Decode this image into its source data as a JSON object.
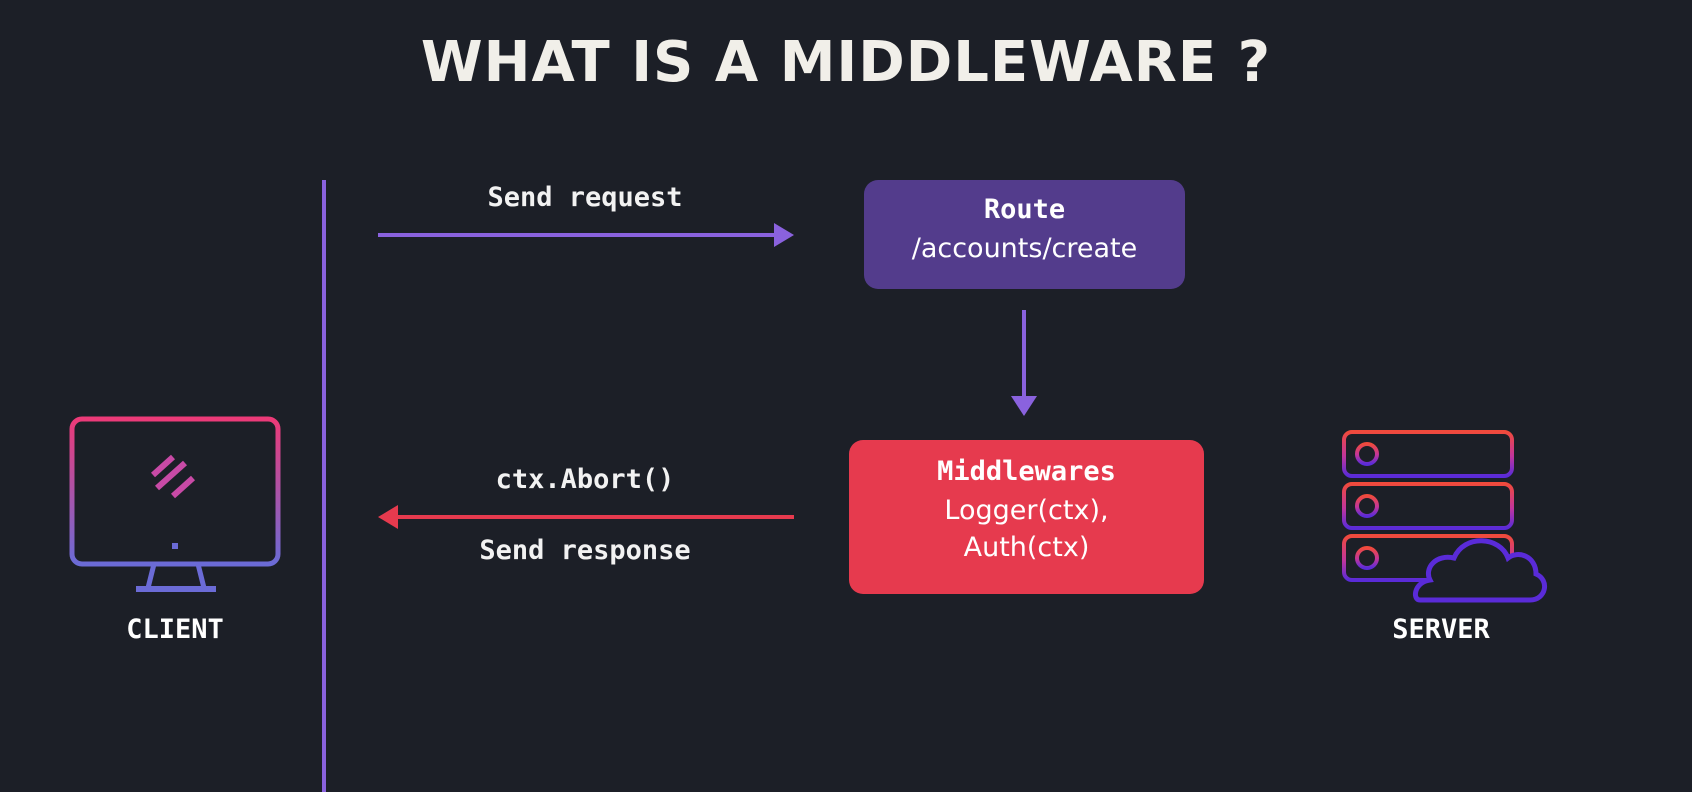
{
  "title": "WHAT IS A MIDDLEWARE ?",
  "arrows": {
    "send_request": "Send request",
    "abort": "ctx.Abort()",
    "send_response": "Send response"
  },
  "route_box": {
    "heading": "Route",
    "path": "/accounts/create"
  },
  "middleware_box": {
    "heading": "Middlewares",
    "line1": "Logger(ctx),",
    "line2": "Auth(ctx)"
  },
  "client": {
    "label": "CLIENT",
    "icon": "monitor-icon"
  },
  "server": {
    "label": "SERVER",
    "icon": "server-cloud-icon"
  },
  "colors": {
    "background": "#1c1f27",
    "accent_purple": "#8a62de",
    "route_box": "#533c8c",
    "middleware_box": "#e63a4e",
    "response_arrow": "#e63a4e"
  }
}
